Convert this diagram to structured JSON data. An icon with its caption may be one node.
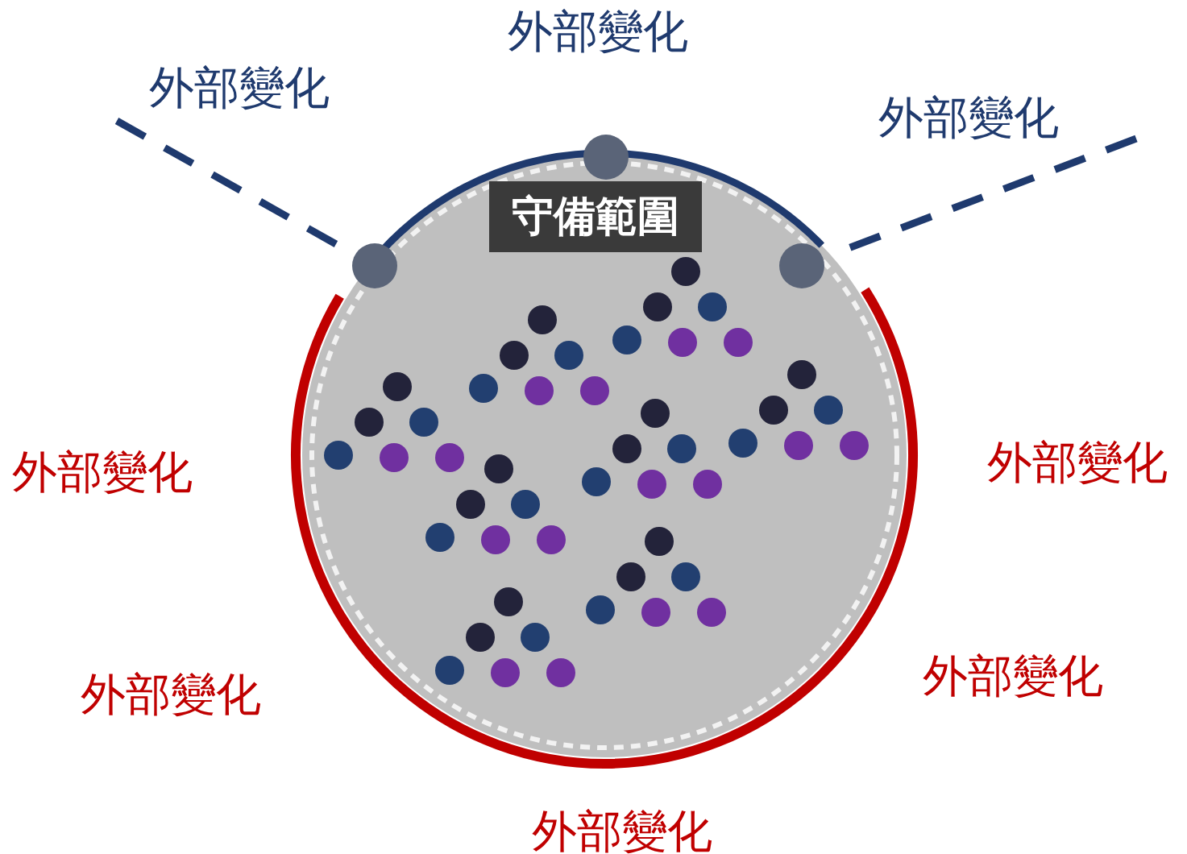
{
  "diagram": {
    "nodes": [
      {
        "text": [
          "守備範圍"
        ]
      }
    ],
    "edges": [],
    "labels": [
      "外部變化",
      "外部變化",
      "外部變化",
      "外部變化",
      "外部變化",
      "外部變化",
      "外部變化",
      "外部變化"
    ]
  }
}
